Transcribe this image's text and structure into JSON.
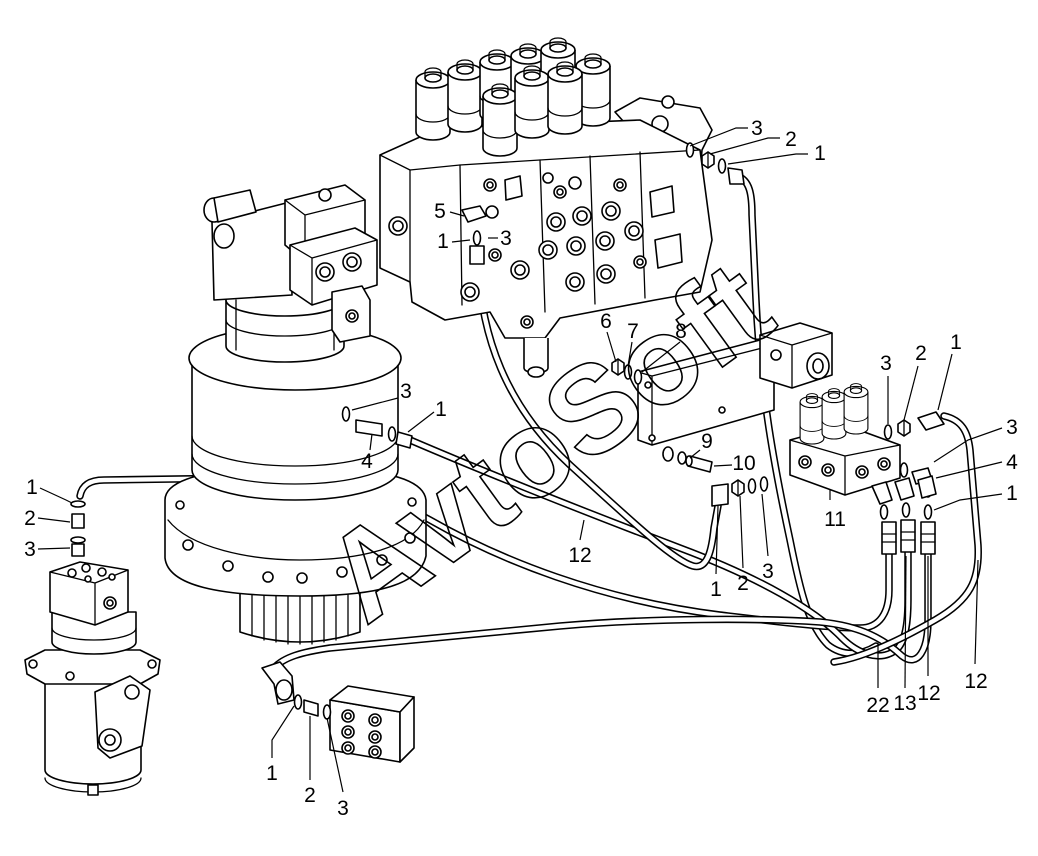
{
  "watermark": "AvtoSoft",
  "callouts": {
    "valve_top_right": [
      "3",
      "2",
      "1"
    ],
    "valve_left": [
      "5",
      "1",
      "3"
    ],
    "valve_bottom": [
      "6",
      "7",
      "8"
    ],
    "swing_motor": [
      "3",
      "1",
      "4"
    ],
    "swivel_joint": [
      "1",
      "2",
      "3"
    ],
    "solenoid_top": [
      "3",
      "2",
      "1"
    ],
    "solenoid_right": [
      "3",
      "4",
      "1"
    ],
    "plate_bolts": [
      "9",
      "10"
    ],
    "solenoid_block": [
      "11"
    ],
    "hose_center": [
      "12"
    ],
    "hose_end_center": [
      "1",
      "2",
      "3"
    ],
    "hoses_bottom_right": [
      "22",
      "13",
      "12",
      "12"
    ],
    "bottom_block": [
      "1",
      "2",
      "3"
    ]
  }
}
